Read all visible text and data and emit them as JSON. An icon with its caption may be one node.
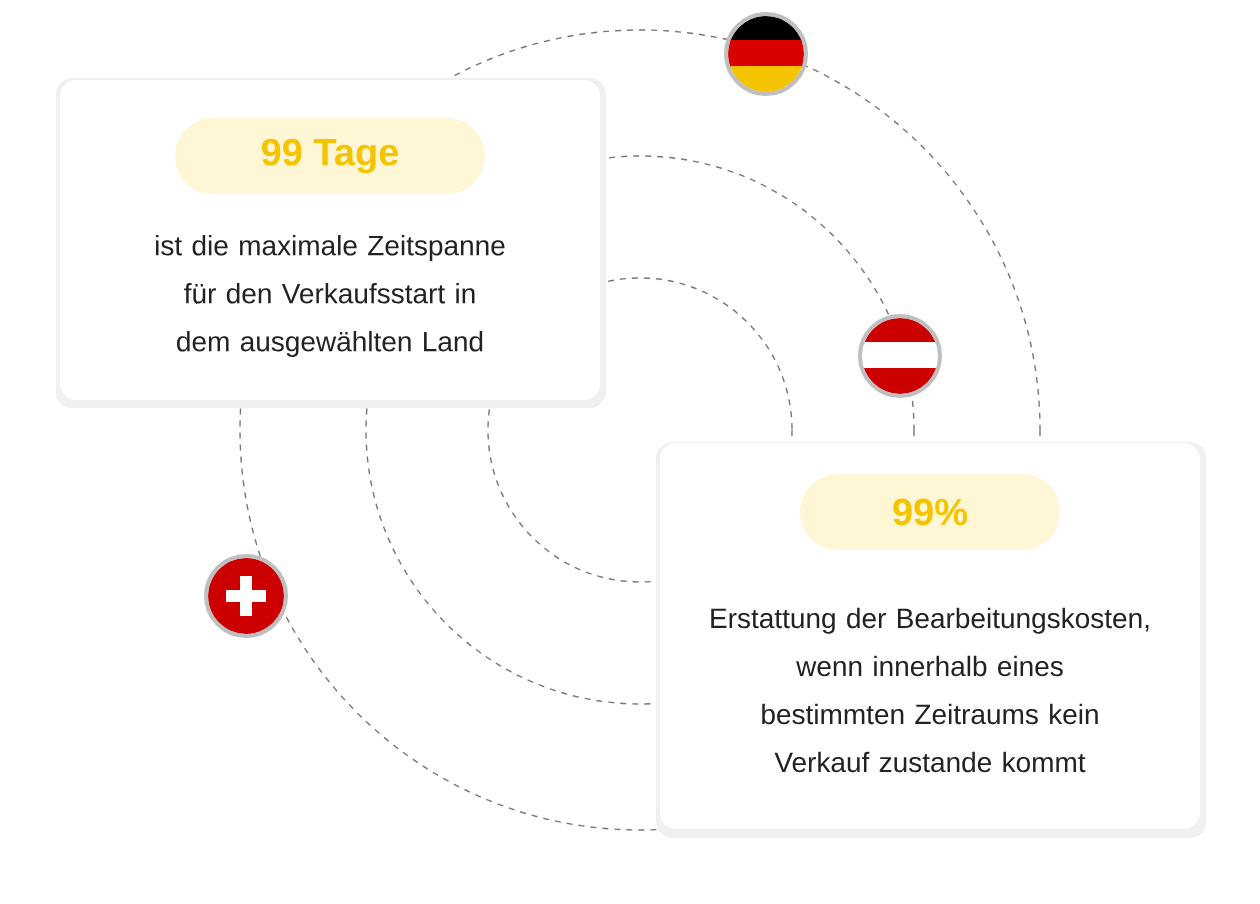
{
  "diagram": {
    "nodes": [
      {
        "text": [
          "99 Tage",
          "ist die maximale Zeitspanne für den Verkaufsstart in dem ausgewählten Land"
        ]
      },
      {
        "text": [
          "99%",
          "Erstattung der Bearbeitungskosten, wenn innerhalb eines bestimmten Zeitraums kein Verkauf zustande kommt"
        ]
      }
    ]
  }
}
